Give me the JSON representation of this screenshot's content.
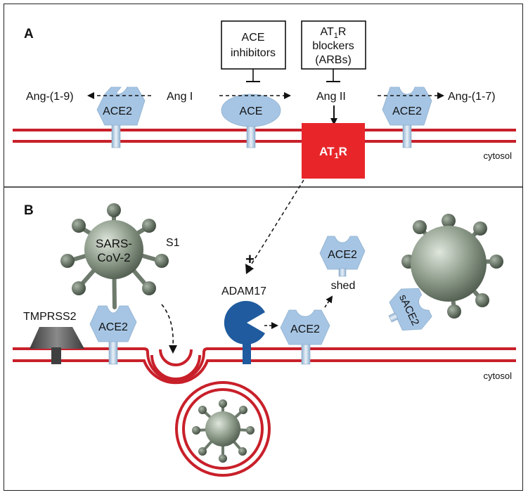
{
  "panels": {
    "a": "A",
    "b": "B"
  },
  "inhibitors": {
    "ace": {
      "line1": "ACE",
      "line2": "inhibitors"
    },
    "arb": {
      "line1": "AT",
      "line1_sub": "1",
      "line1_end": "R",
      "line2": "blockers",
      "line3": "(ARBs)"
    }
  },
  "pathway": {
    "ang19": "Ang-(1-9)",
    "ang1": "Ang I",
    "ang2": "Ang II",
    "ang17": "Ang-(1-7)",
    "ace2_left": "ACE2",
    "ace": "ACE",
    "ace2_right": "ACE2",
    "at1r": {
      "main": "AT",
      "sub": "1",
      "end": "R"
    },
    "cytosol": "cytosol"
  },
  "panel_b": {
    "virus": {
      "line1": "SARS-",
      "line2": "CoV-2"
    },
    "s1": "S1",
    "tmprss2": "TMPRSS2",
    "ace2_bound": "ACE2",
    "adam17": "ADAM17",
    "plus": "+",
    "ace2_cleaved": "ACE2",
    "ace2_shed": "ACE2",
    "shed": "shed",
    "sace2": "sACE2",
    "cytosol": "cytosol"
  },
  "colors": {
    "membrane": "#c8202a",
    "ace_blue": "#a6c5e4",
    "at1r_red": "#e8262a",
    "adam17_blue": "#1f5b9e",
    "virus_gray": "#7d8b7c",
    "tmprss2_gray": "#5e5e5e"
  }
}
